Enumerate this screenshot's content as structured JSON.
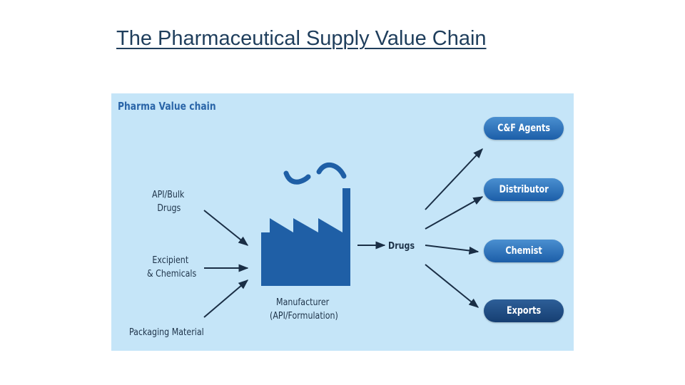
{
  "slide": {
    "title": "The Pharmaceutical Supply Value Chain"
  },
  "diagram": {
    "panel_title": "Pharma Value chain",
    "inputs": [
      {
        "line1": "API/Bulk",
        "line2": "Drugs"
      },
      {
        "line1": "Excipient",
        "line2": "& Chemicals"
      },
      {
        "line1": "Packaging Material"
      }
    ],
    "manufacturer": {
      "line1": "Manufacturer",
      "line2": "(API/Formulation)"
    },
    "product": "Drugs",
    "outputs": [
      "C&F Agents",
      "Distributor",
      "Chemist",
      "Exports"
    ],
    "colors": {
      "background": "#c5e5f8",
      "factory": "#1f5fa6",
      "arrow": "#1a2e45",
      "pill": "#2f78c0",
      "pill_dark": "#1a4a84",
      "title": "#1f3e5c"
    },
    "icons": [
      "factory-icon",
      "smoke-icon",
      "arrow-icon"
    ]
  }
}
